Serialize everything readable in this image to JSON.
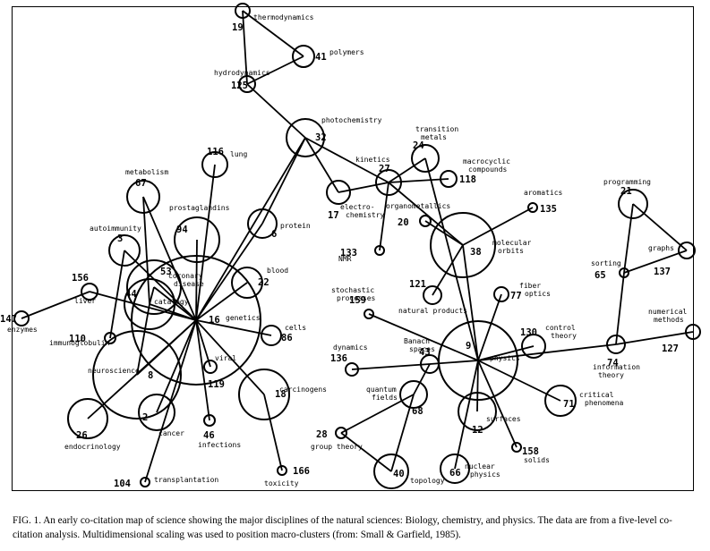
{
  "figure": {
    "caption": "FIG. 1.   An early co-citation map of science showing the major disciplines of the natural sciences: Biology, chemistry, and physics. The data are from a five-level co-citation analysis. Multidimensional scaling was used to position macro-clusters (from: Small & Garfield, 1985)."
  },
  "nodes": [
    {
      "id": "thermodynamics",
      "label": "thermodynamics",
      "number": "19"
    },
    {
      "id": "polymers",
      "label": "polymers",
      "number": "41"
    },
    {
      "id": "hydrodynamics",
      "label": "hydrodynamics",
      "number": "125"
    },
    {
      "id": "photochemistry",
      "label": "photochemistry",
      "number": "32"
    },
    {
      "id": "transition-metals",
      "label": "transition metals",
      "number": "24"
    },
    {
      "id": "kinetics",
      "label": "kinetics",
      "number": "27"
    },
    {
      "id": "macrocyclic",
      "label": "macrocyclic compounds",
      "number": "118"
    },
    {
      "id": "lung",
      "label": "lung",
      "number": "116"
    },
    {
      "id": "metabolism",
      "label": "metabolism",
      "number": "67"
    },
    {
      "id": "electrochemistry",
      "label": "electro- chemistry",
      "number": "17"
    },
    {
      "id": "organometallics",
      "label": "organometallics",
      "number": "20"
    },
    {
      "id": "aromatics",
      "label": "aromatics",
      "number": "135"
    },
    {
      "id": "programming",
      "label": "programming",
      "number": "21"
    },
    {
      "id": "prostaglandins",
      "label": "prostaglandins",
      "number": "94"
    },
    {
      "id": "protein",
      "label": "protein",
      "number": "6"
    },
    {
      "id": "autoimmunity",
      "label": "autoimmunity",
      "number": "3"
    },
    {
      "id": "nmr",
      "label": "NMR",
      "number": "133"
    },
    {
      "id": "molecular-orbits",
      "label": "molecular orbits",
      "number": "38"
    },
    {
      "id": "graphs",
      "label": "graphs",
      "number": "137"
    },
    {
      "id": "sorting",
      "label": "sorting",
      "number": "65"
    },
    {
      "id": "coronary-disease",
      "label": "coronary disease",
      "number": "53"
    },
    {
      "id": "blood",
      "label": "blood",
      "number": "22"
    },
    {
      "id": "liver",
      "label": "liver",
      "number": "156"
    },
    {
      "id": "catalogy",
      "label": "catalogy",
      "number": "44"
    },
    {
      "id": "stochastic",
      "label": "stochastic processes",
      "number": "159"
    },
    {
      "id": "natural-products",
      "label": "natural products",
      "number": "121"
    },
    {
      "id": "fiber-optics",
      "label": "fiber optics",
      "number": "77"
    },
    {
      "id": "genetics",
      "label": "genetics",
      "number": "16"
    },
    {
      "id": "enzymes",
      "label": "enzymes",
      "number": "147"
    },
    {
      "id": "cells",
      "label": "cells",
      "number": "86"
    },
    {
      "id": "immunoglobulin",
      "label": "immunoglobulin",
      "number": "110"
    },
    {
      "id": "control-theory",
      "label": "control theory",
      "number": "130"
    },
    {
      "id": "numerical-methods",
      "label": "numerical methods",
      "number": "127"
    },
    {
      "id": "banach-spaces",
      "label": "Banach spaces",
      "number": "43"
    },
    {
      "id": "dynamics",
      "label": "dynamics",
      "number": "136"
    },
    {
      "id": "physics",
      "label": "physics",
      "number": "9"
    },
    {
      "id": "information-theory",
      "label": "information theory",
      "number": "74"
    },
    {
      "id": "neuroscience",
      "label": "neuroscience",
      "number": "8"
    },
    {
      "id": "viral",
      "label": "viral",
      "number": "119"
    },
    {
      "id": "carcinogens",
      "label": "carcinogens",
      "number": "18"
    },
    {
      "id": "quantum-fields",
      "label": "quantum fields",
      "number": "68"
    },
    {
      "id": "critical-phenomena",
      "label": "critical phenomena",
      "number": "71"
    },
    {
      "id": "surfaces",
      "label": "surfaces",
      "number": "12"
    },
    {
      "id": "endocrinology",
      "label": "endocrinology",
      "number": "26"
    },
    {
      "id": "cancer",
      "label": "cancer",
      "number": "2"
    },
    {
      "id": "infections",
      "label": "infections",
      "number": "46"
    },
    {
      "id": "group-theory",
      "label": "group theory",
      "number": "28"
    },
    {
      "id": "solids",
      "label": "solids",
      "number": "158"
    },
    {
      "id": "topology",
      "label": "topology",
      "number": "40"
    },
    {
      "id": "nuclear-physics",
      "label": "nuclear physics",
      "number": "66"
    },
    {
      "id": "toxicity",
      "label": "toxicity",
      "number": "166"
    },
    {
      "id": "transplantation",
      "label": "transplantation",
      "number": "104"
    }
  ],
  "edges": [
    [
      "thermodynamics",
      "polymers"
    ],
    [
      "thermodynamics",
      "hydrodynamics"
    ],
    [
      "hydrodynamics",
      "polymers"
    ],
    [
      "hydrodynamics",
      "photochemistry"
    ],
    [
      "photochemistry",
      "protein"
    ],
    [
      "photochemistry",
      "electrochemistry"
    ],
    [
      "photochemistry",
      "kinetics"
    ],
    [
      "photochemistry",
      "genetics"
    ],
    [
      "kinetics",
      "electrochemistry"
    ],
    [
      "kinetics",
      "transition-metals"
    ],
    [
      "kinetics",
      "macrocyclic"
    ],
    [
      "kinetics",
      "nmr"
    ],
    [
      "kinetics",
      "molecular-orbits"
    ],
    [
      "transition-metals",
      "physics"
    ],
    [
      "organometallics",
      "molecular-orbits"
    ],
    [
      "molecular-orbits",
      "aromatics"
    ],
    [
      "molecular-orbits",
      "natural-products"
    ],
    [
      "molecular-orbits",
      "physics"
    ],
    [
      "protein",
      "genetics"
    ],
    [
      "lung",
      "genetics"
    ],
    [
      "metabolism",
      "genetics"
    ],
    [
      "prostaglandins",
      "genetics"
    ],
    [
      "autoimmunity",
      "genetics"
    ],
    [
      "autoimmunity",
      "immunoglobulin"
    ],
    [
      "coronary-disease",
      "genetics"
    ],
    [
      "catalogy",
      "genetics"
    ],
    [
      "blood",
      "genetics"
    ],
    [
      "liver",
      "genetics"
    ],
    [
      "liver",
      "enzymes"
    ],
    [
      "cells",
      "genetics"
    ],
    [
      "genetics",
      "neuroscience"
    ],
    [
      "genetics",
      "viral"
    ],
    [
      "genetics",
      "carcinogens"
    ],
    [
      "genetics",
      "infections"
    ],
    [
      "genetics",
      "cancer"
    ],
    [
      "genetics",
      "endocrinology"
    ],
    [
      "genetics",
      "transplantation"
    ],
    [
      "carcinogens",
      "toxicity"
    ],
    [
      "catalogy",
      "coronary-disease"
    ],
    [
      "catalogy",
      "neuroscience"
    ],
    [
      "metabolism",
      "catalogy"
    ],
    [
      "physics",
      "banach-spaces"
    ],
    [
      "physics",
      "fiber-optics"
    ],
    [
      "physics",
      "control-theory"
    ],
    [
      "physics",
      "critical-phenomena"
    ],
    [
      "physics",
      "surfaces"
    ],
    [
      "physics",
      "solids"
    ],
    [
      "physics",
      "nuclear-physics"
    ],
    [
      "physics",
      "information-theory"
    ],
    [
      "physics",
      "stochastic"
    ],
    [
      "banach-spaces",
      "dynamics"
    ],
    [
      "banach-spaces",
      "quantum-fields"
    ],
    [
      "quantum-fields",
      "group-theory"
    ],
    [
      "quantum-fields",
      "topology"
    ],
    [
      "group-theory",
      "topology"
    ],
    [
      "information-theory",
      "numerical-methods"
    ],
    [
      "information-theory",
      "sorting"
    ],
    [
      "sorting",
      "programming"
    ],
    [
      "sorting",
      "graphs"
    ],
    [
      "programming",
      "graphs"
    ]
  ]
}
